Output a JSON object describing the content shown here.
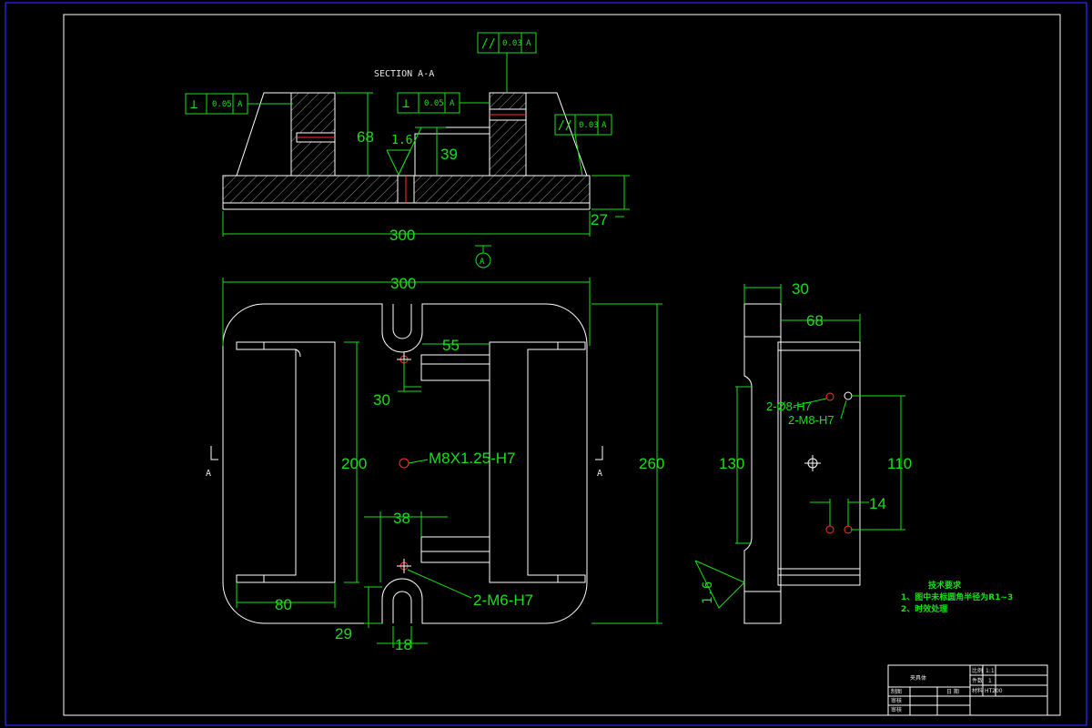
{
  "section_title": "SECTION A-A",
  "section_view": {
    "dims": {
      "width": "300",
      "height_68": "68",
      "height_39": "39",
      "base_27": "27"
    },
    "roughness": "1.6",
    "tolerance_frames": [
      {
        "symbol": "⊥",
        "value": "0.05",
        "datum": "A"
      },
      {
        "symbol": "⊥",
        "value": "0.05",
        "datum": "A"
      },
      {
        "symbol": "//",
        "value": "0.03",
        "datum": "A"
      },
      {
        "symbol": "//",
        "value": "0.03",
        "datum": "A"
      }
    ],
    "datum_label": "A"
  },
  "plan_view": {
    "dims": {
      "width": "300",
      "slot_55": "55",
      "slot_30": "30",
      "height_200": "200",
      "height_260": "260",
      "dim_38": "38",
      "dim_80": "80",
      "dim_29": "29",
      "dim_18": "18"
    },
    "labels": {
      "thread_center": "M8X1.25-H7",
      "thread_pair": "2-M6-H7"
    },
    "section_marks": [
      "A",
      "A"
    ]
  },
  "side_view": {
    "dims": {
      "dim_30": "30",
      "dim_68": "68",
      "dim_130": "130",
      "dim_110": "110",
      "dim_14": "14"
    },
    "labels": {
      "pin_holes": "2-Ø8-H7",
      "thread_holes": "2-M8-H7"
    },
    "roughness": "1.6"
  },
  "tech_requirements": {
    "title": "技术要求",
    "items": [
      "1、图中未标圆角半径为R1~3",
      "2、时效处理"
    ]
  },
  "title_block": {
    "part_name": "夹具体",
    "ratio_label": "比例",
    "ratio_value": "1:1",
    "qty_label": "件数",
    "qty_value": "1",
    "material_label": "材料",
    "material_value": "HT200",
    "row_labels": [
      "制图",
      "审核",
      "审核"
    ],
    "date_label": "日 期"
  },
  "colors": {
    "line": "#ffffff",
    "dimension": "#18e018",
    "border": "#2a2aff",
    "hole": "#ff3030"
  }
}
